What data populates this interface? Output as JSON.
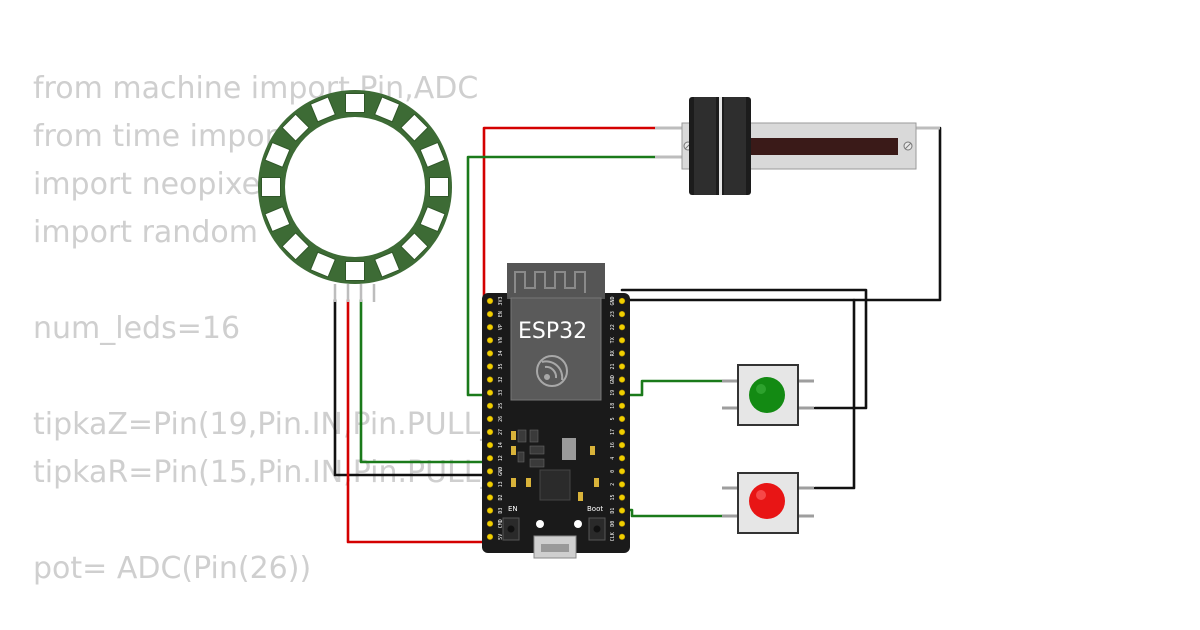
{
  "code": {
    "lines": [
      "from machine import Pin,ADC",
      "from time import sleep",
      "import neopixel",
      "import random",
      "",
      "num_leds=16",
      "",
      "tipkaZ=Pin(19,Pin.IN,Pin.PULL_UP)",
      "tipkaR=Pin(15,Pin.IN,Pin.PULL_UP)",
      "",
      "pot= ADC(Pin(26))"
    ]
  },
  "board": {
    "label": "ESP32",
    "en_label": "EN",
    "boot_label": "Boot",
    "left_pins": [
      "3V3",
      "EN",
      "VP",
      "VN",
      "34",
      "35",
      "32",
      "33",
      "25",
      "26",
      "27",
      "14",
      "12",
      "GND",
      "13",
      "D2",
      "D3",
      "CMD",
      "5V"
    ],
    "right_pins": [
      "GND",
      "23",
      "22",
      "TX",
      "RX",
      "21",
      "GND",
      "19",
      "18",
      "5",
      "17",
      "16",
      "4",
      "0",
      "2",
      "15",
      "D1",
      "D0",
      "CLK"
    ]
  },
  "neopixel": {
    "led_count": 16
  },
  "colors": {
    "wire_red": "#d40000",
    "wire_green": "#1a7a1a",
    "wire_black": "#111111",
    "ring_pcb": "#3d6b35",
    "button_green": "#138a13",
    "button_red": "#e81515",
    "board": "#1a1a1a",
    "code_text": "#cfcfcf"
  },
  "icons": {
    "espressif": "espressif-logo-icon",
    "screw": "screw-icon"
  }
}
